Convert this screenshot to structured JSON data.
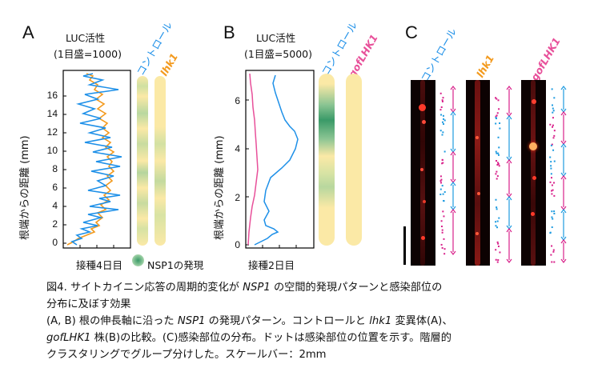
{
  "figure": {
    "panels": {
      "A": {
        "letter": "A",
        "luc_title": "LUC活性",
        "luc_scale": "(1目盛=1000)",
        "col_labels": [
          "コントロール",
          "lhk1"
        ],
        "y_ticks": [
          "0",
          "2",
          "4",
          "6",
          "8",
          "10",
          "12",
          "14",
          "16"
        ],
        "y_axis_label": "根端からの距離 (mm)",
        "bottom_label": "接種4日目"
      },
      "B": {
        "letter": "B",
        "luc_title": "LUC活性",
        "luc_scale": "(1目盛=5000)",
        "col_labels": [
          "コントロール",
          "gofLHK1"
        ],
        "y_ticks": [
          "0",
          "2",
          "4",
          "6"
        ],
        "y_axis_label": "根端からの距離 (mm)",
        "bottom_label": "接種2日目"
      },
      "C": {
        "letter": "C",
        "col_labels": [
          "コントロール",
          "lhk1",
          "gofLHK1"
        ]
      }
    },
    "legend_label": "NSP1の発現",
    "caption": {
      "line1_a": "図4. サイトカイニン応答の周期的変化が",
      "line1_em": "NSP1",
      "line1_b": "の空間的発現パターンと感染部位の",
      "line2": "分布に及ぼす効果",
      "line3_a": "(A, B) 根の伸長軸に沿った",
      "line3_em": "NSP1",
      "line3_b": "の発現パターン。コントロールと",
      "line3_em2": "lhk1",
      "line3_c": "変異体(A)、",
      "line4_em": "gofLHK1",
      "line4_a": "株(B)の比較。(C)感染部位の分布。ドットは感染部位の位置を示す。階層的",
      "line5": "クラスタリングでグループ分けした。スケールバー：2mm"
    },
    "colors": {
      "control": "#1e90e8",
      "lhk1": "#f39a1e",
      "gofLHK1": "#e8509a",
      "nsp1_green": "#3a9a68",
      "root_bg": "#fbe9a6",
      "site_magenta": "#d8208a",
      "site_cyan": "#1e9be0"
    }
  }
}
